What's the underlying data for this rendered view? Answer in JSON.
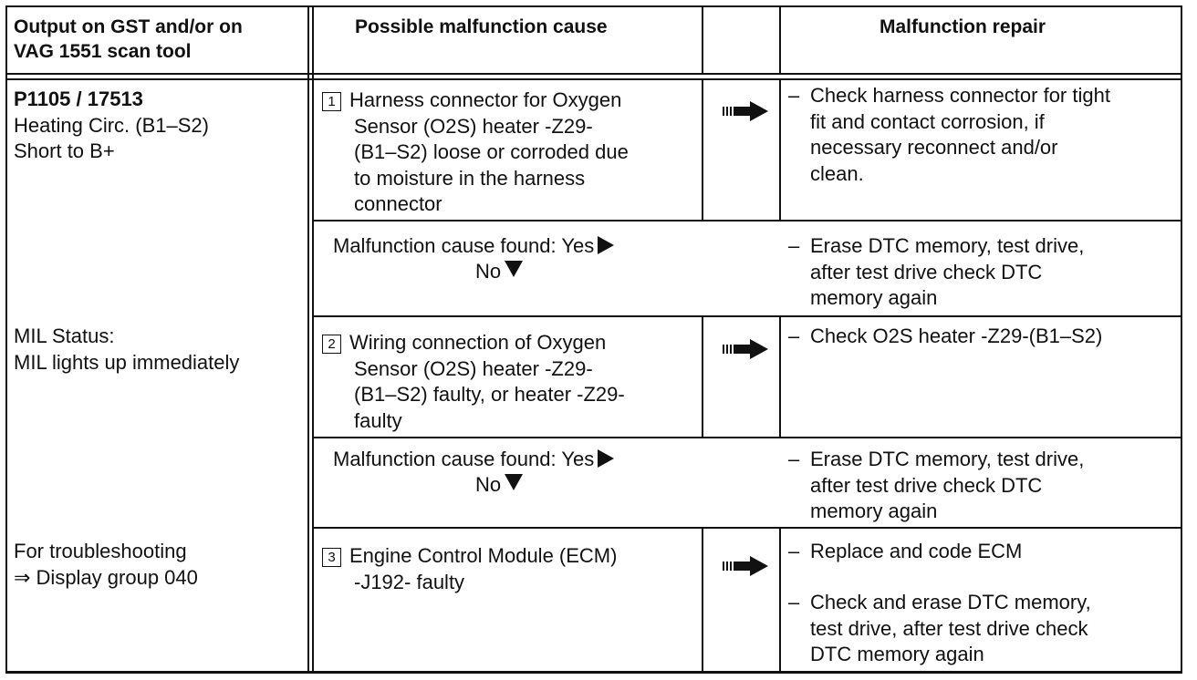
{
  "header": {
    "col1": [
      "Output on GST and/or on",
      "VAG 1551 scan tool"
    ],
    "col2": "Possible malfunction cause",
    "col3": "Malfunction repair"
  },
  "left": {
    "code": "P1105 / 17513",
    "desc": [
      "Heating Circ. (B1–S2)",
      "Short to B+"
    ],
    "mil_status_label": "MIL Status:",
    "mil_status_text": "MIL lights up immediately",
    "troubleshoot": [
      "For troubleshooting",
      "⇒ Display group 040"
    ]
  },
  "steps": [
    {
      "num": "1",
      "cause": [
        "Harness connector for Oxygen",
        "Sensor (O2S) heater -Z29-",
        "(B1–S2) loose or corroded due",
        "to moisture in the harness",
        "connector"
      ],
      "repair": [
        [
          "Check harness connector for tight",
          "fit and contact corrosion, if",
          "necessary reconnect and/or",
          "clean."
        ]
      ]
    },
    {
      "num": "2",
      "cause": [
        "Wiring connection of Oxygen",
        "Sensor (O2S) heater -Z29-",
        "(B1–S2) faulty, or heater -Z29-",
        "faulty"
      ],
      "repair": [
        [
          "Check O2S heater -Z29-(B1–S2)"
        ]
      ]
    },
    {
      "num": "3",
      "cause": [
        "Engine Control Module (ECM)",
        "-J192- faulty"
      ],
      "repair": [
        [
          "Replace and code ECM"
        ],
        [
          "Check and erase DTC memory,",
          "test drive, after test drive check",
          "DTC memory again"
        ]
      ]
    }
  ],
  "found": {
    "yes": "Malfunction cause found: Yes",
    "no": "No",
    "repair": [
      "Erase DTC memory, test drive,",
      "after test drive check DTC",
      "memory again"
    ]
  },
  "dash": "–"
}
